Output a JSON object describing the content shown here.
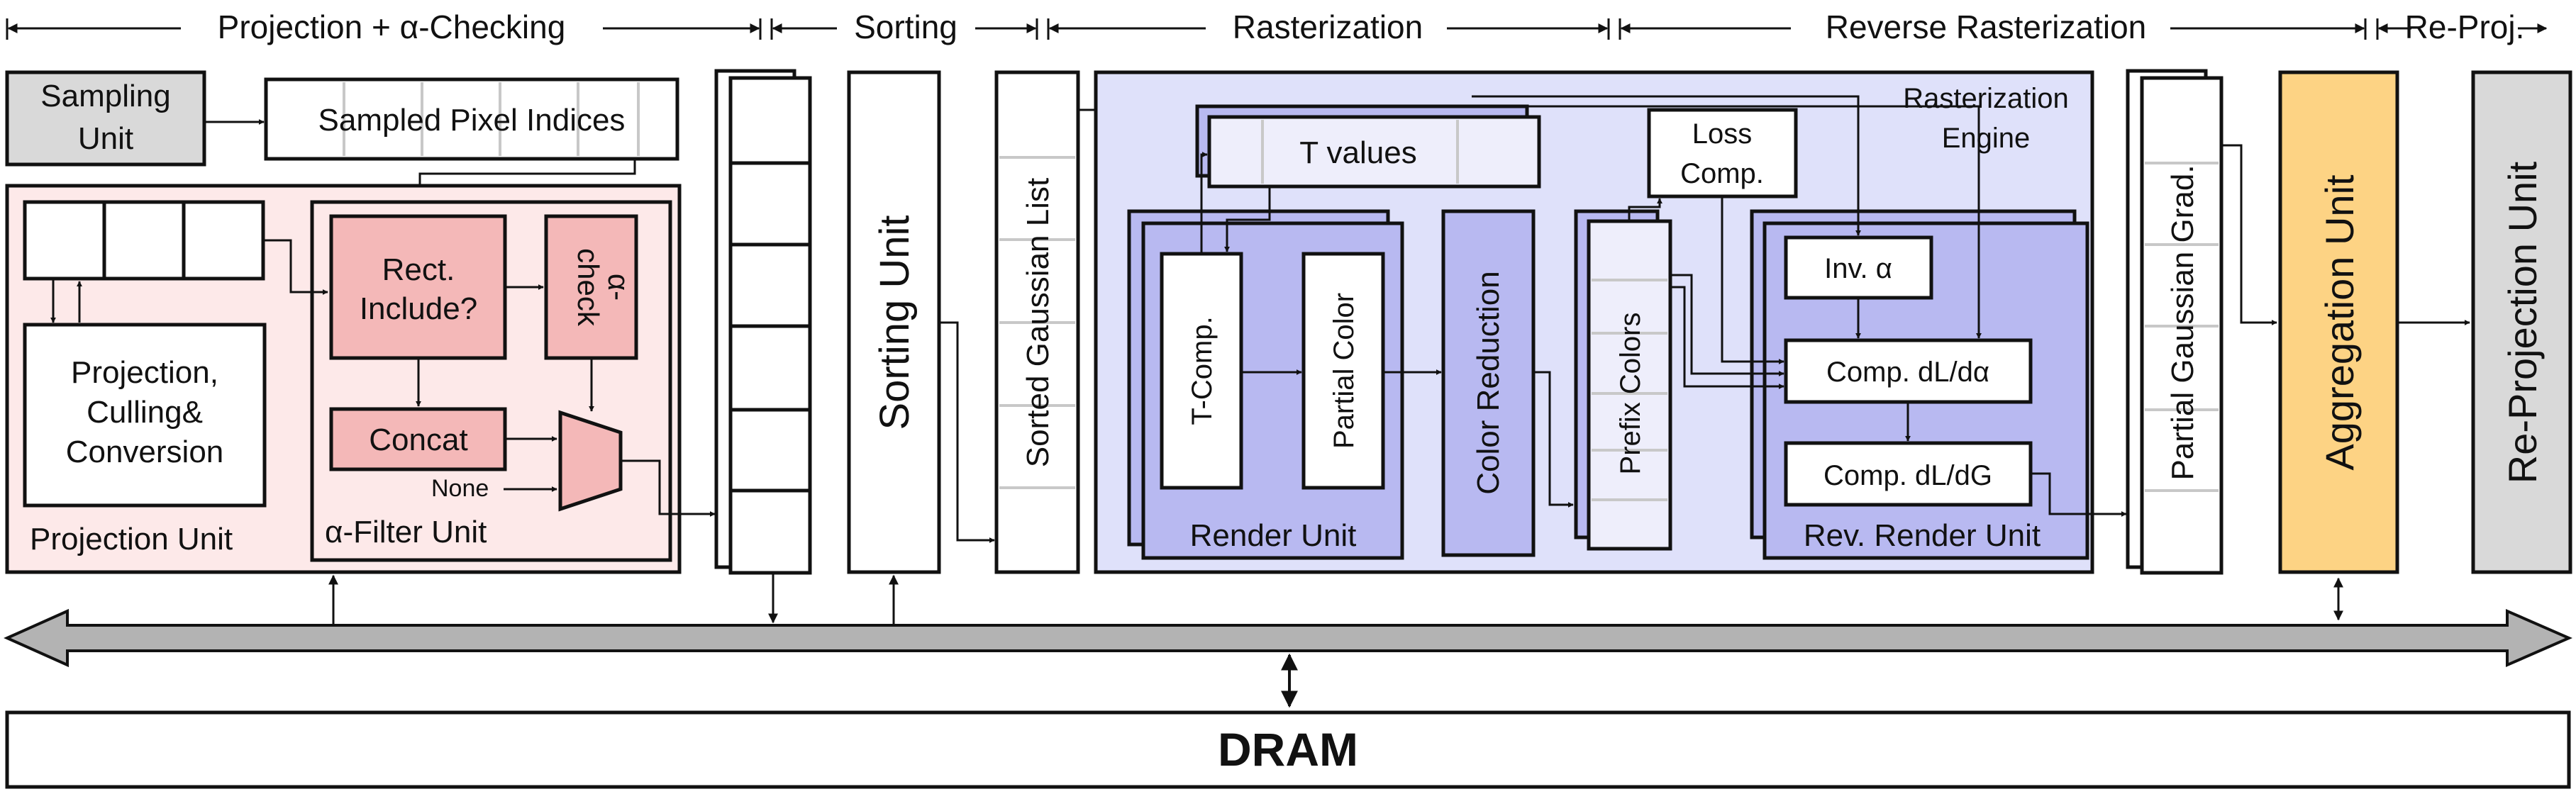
{
  "stages": {
    "projection": "Projection + α-Checking",
    "sorting": "Sorting",
    "rasterization": "Rasterization",
    "reverse": "Reverse Rasterization",
    "reproj": "Re-Proj."
  },
  "blocks": {
    "sampling_unit_l1": "Sampling",
    "sampling_unit_l2": "Unit",
    "sampled_pixel_indices": "Sampled Pixel Indices",
    "projection_culling_l1": "Projection,",
    "projection_culling_l2": "Culling&",
    "projection_culling_l3": "Conversion",
    "projection_unit": "Projection Unit",
    "alpha_filter_unit": "α-Filter Unit",
    "rect_include_l1": "Rect.",
    "rect_include_l2": "Include?",
    "alpha_check_l1": "α-",
    "alpha_check_l2": "check",
    "concat": "Concat",
    "none": "None",
    "sorting_unit": "Sorting Unit",
    "sorted_gaussian_list": "Sorted Gaussian List",
    "t_values": "T values",
    "t_comp": "T-Comp.",
    "partial_color": "Partial Color",
    "render_unit": "Render Unit",
    "color_reduction": "Color Reduction",
    "prefix_colors": "Prefix Colors",
    "loss_comp_l1": "Loss",
    "loss_comp_l2": "Comp.",
    "rasterization_engine_l1": "Rasterization",
    "rasterization_engine_l2": "Engine",
    "inv_alpha": "Inv. α",
    "comp_dl_dalpha": "Comp. dL/dα",
    "comp_dl_dg": "Comp. dL/dG",
    "rev_render_unit": "Rev. Render Unit",
    "partial_gaussian_grad": "Partial Gaussian Grad.",
    "aggregation_unit": "Aggregation Unit",
    "reprojection_unit": "Re-Projection Unit",
    "dram": "DRAM"
  },
  "colors": {
    "sampling_gray": "#d9d9d9",
    "projection_bg": "#fde9e9",
    "alpha_block": "#f4b8b8",
    "raster_engine_bg": "#dfe1fa",
    "render_unit": "#b8b9f1",
    "t_values_bg": "#eeeefb",
    "aggregation": "#fdd384",
    "reprojection_gray": "#d9d9d9",
    "bus_gray": "#b3b3b3"
  }
}
